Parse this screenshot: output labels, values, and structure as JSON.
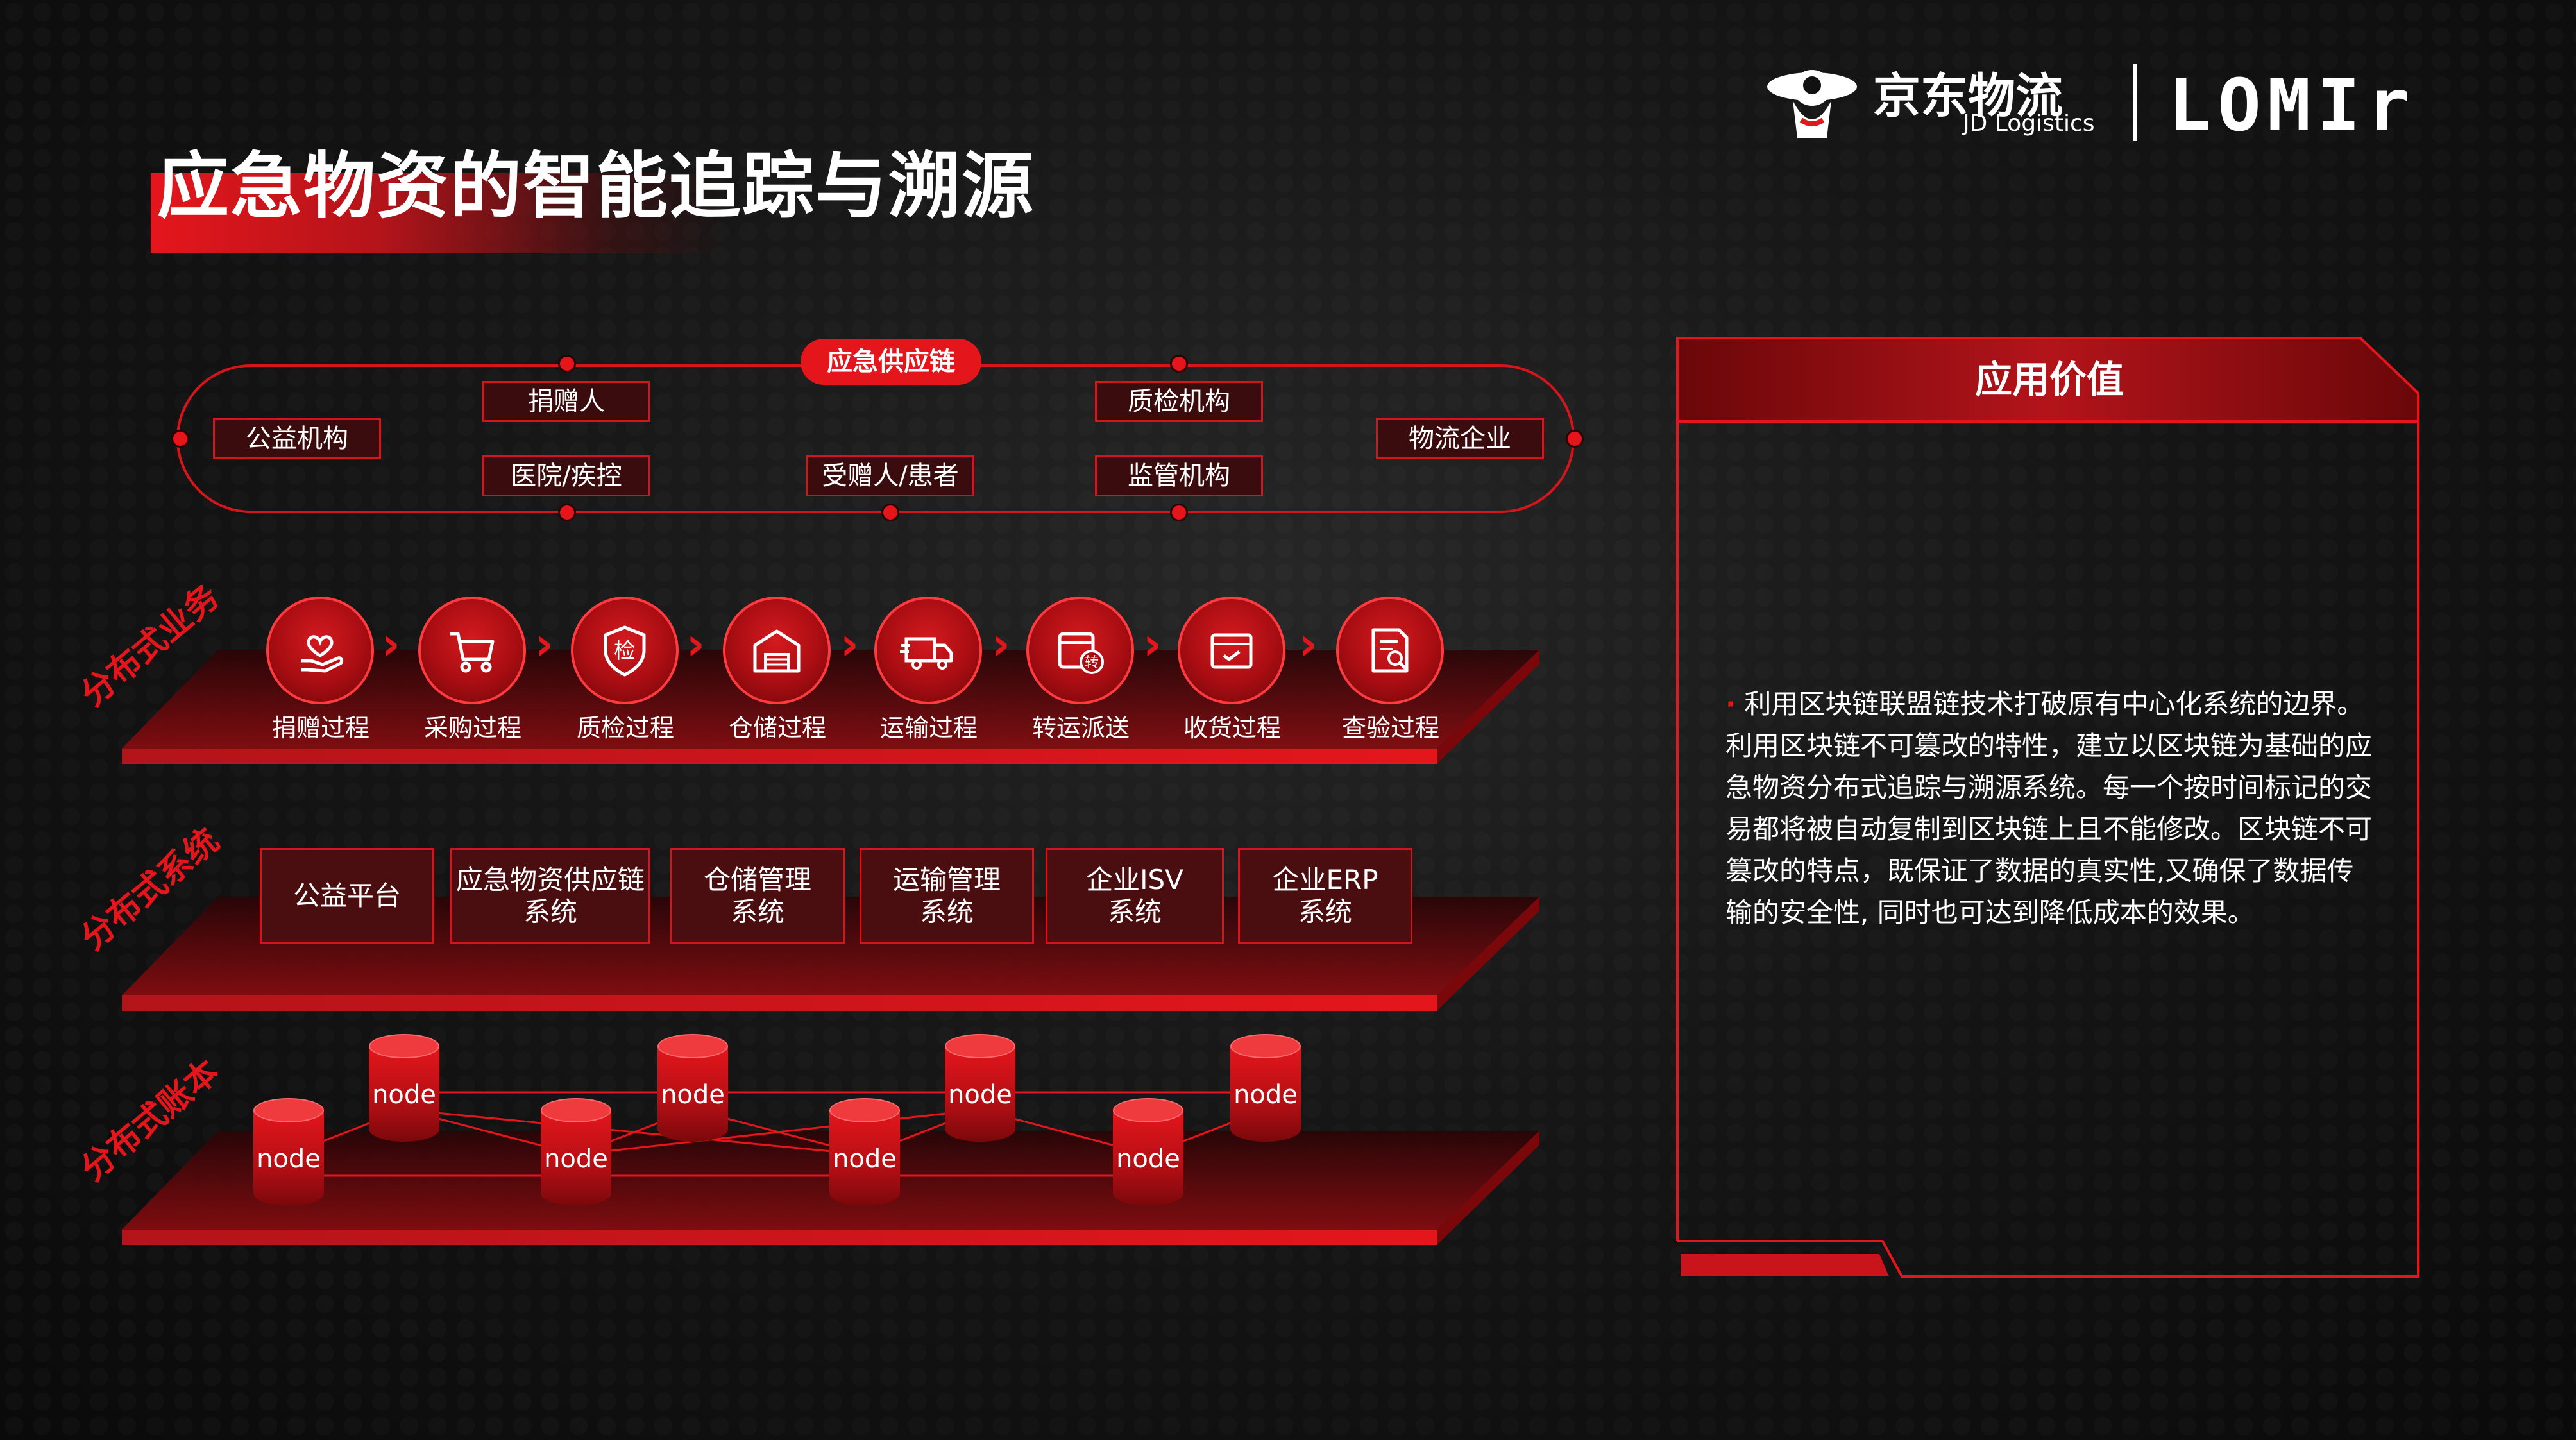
{
  "title": "应急物资的智能追踪与溯源",
  "logo": {
    "cn": "京东物流",
    "en": "JD Logistics",
    "brand2": "LOMIr"
  },
  "supply_chain": {
    "title": "应急供应链",
    "parties": [
      "公益机构",
      "捐赠人",
      "医院/疾控",
      "受赠人/患者",
      "质检机构",
      "监管机构",
      "物流企业"
    ]
  },
  "layers": {
    "business": "分布式业务",
    "systems": "分布式系统",
    "ledger": "分布式账本"
  },
  "processes": [
    {
      "label": "捐赠过程",
      "icon": "heart-hand-icon"
    },
    {
      "label": "采购过程",
      "icon": "cart-icon"
    },
    {
      "label": "质检过程",
      "icon": "shield-check-icon"
    },
    {
      "label": "仓储过程",
      "icon": "warehouse-icon"
    },
    {
      "label": "运输过程",
      "icon": "truck-icon"
    },
    {
      "label": "转运派送",
      "icon": "transfer-icon"
    },
    {
      "label": "收货过程",
      "icon": "receive-box-icon"
    },
    {
      "label": "查验过程",
      "icon": "inspect-doc-icon"
    }
  ],
  "process_icon_glyph": "检",
  "transfer_glyph": "转",
  "systems": [
    {
      "line1": "公益平台",
      "line2": ""
    },
    {
      "line1": "应急物资供应链",
      "line2": "系统"
    },
    {
      "line1": "仓储管理",
      "line2": "系统"
    },
    {
      "line1": "运输管理",
      "line2": "系统"
    },
    {
      "line1": "企业ISV",
      "line2": "系统"
    },
    {
      "line1": "企业ERP",
      "line2": "系统"
    }
  ],
  "nodes": [
    "node",
    "node",
    "node",
    "node",
    "node",
    "node",
    "node",
    "node"
  ],
  "panel": {
    "title": "应用价值",
    "bullet": "·",
    "text": "利用区块链联盟链技术打破原有中心化系统的边界。利用区块链不可篡改的特性，建立以区块链为基础的应急物资分布式追踪与溯源系统。每一个按时间标记的交易都将被自动复制到区块链上且不能修改。区块链不可篡改的特点，既保证了数据的真实性,又确保了数据传输的安全性, 同时也可达到降低成本的效果。"
  },
  "colors": {
    "accent": "#e4161c",
    "dark_red": "#4a0e10",
    "background": "#111111"
  }
}
